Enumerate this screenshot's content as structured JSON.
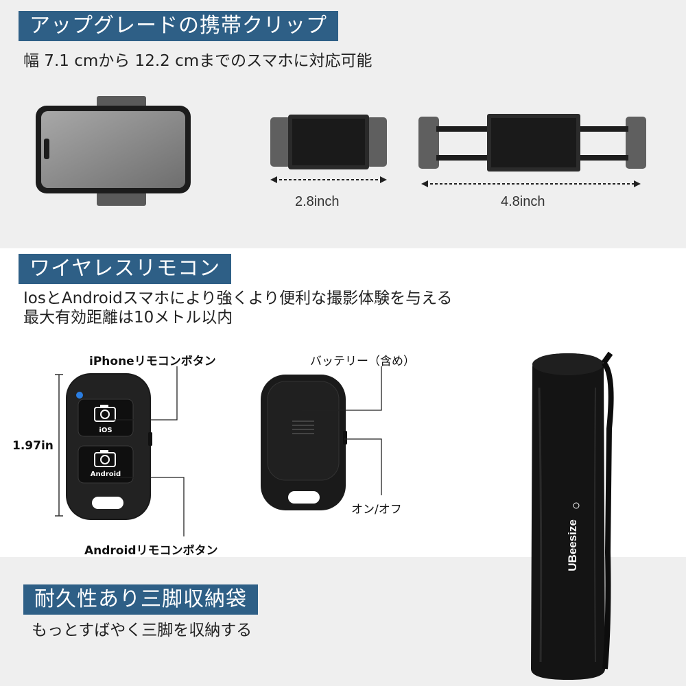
{
  "clip_section": {
    "title": "アップグレードの携帯クリップ",
    "description": "幅 7.1 cmから 12.2 cmまでのスマホに対応可能",
    "width_min_label": "2.8inch",
    "width_max_label": "4.8inch"
  },
  "remote_section": {
    "title": "ワイヤレスリモコン",
    "description_line1": "IosとAndroidスマホにより強くより便利な撮影体験を与える",
    "description_line2": "最大有効距離は10メトル以内",
    "iphone_button_label": "iPhoneリモコンボタン",
    "android_button_label": "Androidリモコンボタン",
    "battery_label": "バッテリー（含め）",
    "power_label": "オン/オフ",
    "height_label": "1.97in",
    "ios_key_text": "iOS",
    "android_key_text": "Android"
  },
  "bag_section": {
    "title": "耐久性あり三脚収納袋",
    "description": "もっとすばやく三脚を収納する",
    "brand": "UBeesize"
  },
  "colors": {
    "title_band": "#2e5f86",
    "background_gray": "#efefef",
    "power_led": "#2a7de1"
  }
}
